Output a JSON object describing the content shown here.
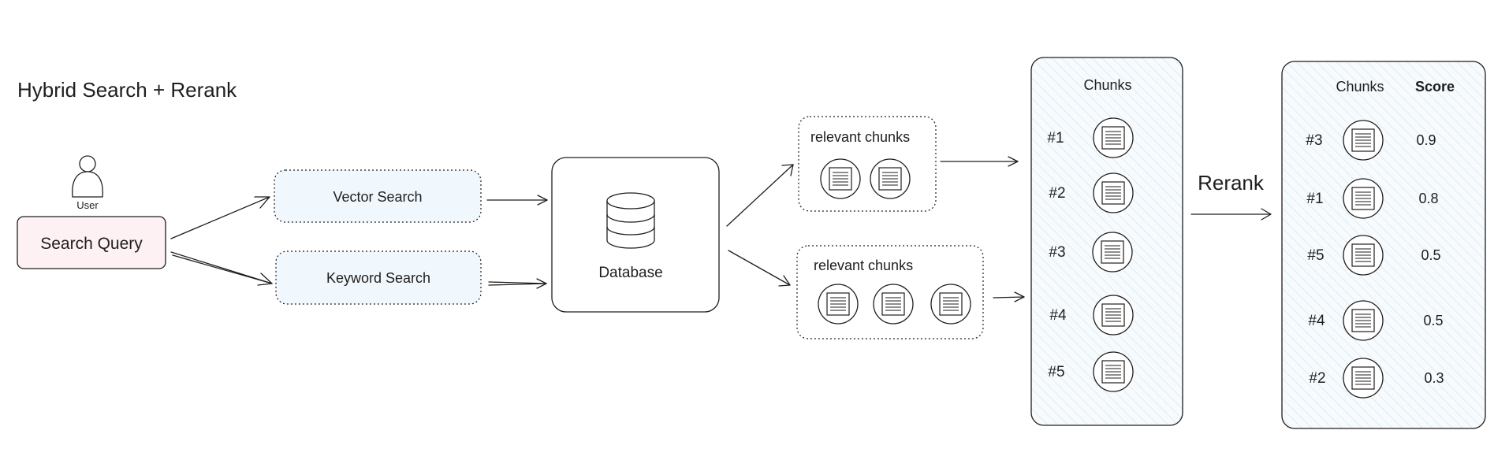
{
  "title": "Hybrid Search + Rerank",
  "user_label": "User",
  "query_label": "Search Query",
  "vector_search_label": "Vector Search",
  "keyword_search_label": "Keyword Search",
  "database_label": "Database",
  "relevant_chunks_label": "relevant chunks",
  "chunks_header": "Chunks",
  "score_header": "Score",
  "rerank_label": "Rerank",
  "retrieved_chunks": [
    "#1",
    "#2",
    "#3",
    "#4",
    "#5"
  ],
  "reranked": [
    {
      "id": "#3",
      "score": "0.9"
    },
    {
      "id": "#1",
      "score": "0.8"
    },
    {
      "id": "#5",
      "score": "0.5"
    },
    {
      "id": "#4",
      "score": "0.5"
    },
    {
      "id": "#2",
      "score": "0.3"
    }
  ],
  "colors": {
    "stroke": "#1e1e1e",
    "query_fill": "#fdf1f3",
    "search_fill": "#f1f8fd",
    "hatch": "#cfe4ee",
    "panel_bg": "#f7fbfd"
  },
  "icons": {
    "user": "user-icon",
    "database": "database-icon",
    "chunk": "document-chunk-icon"
  }
}
